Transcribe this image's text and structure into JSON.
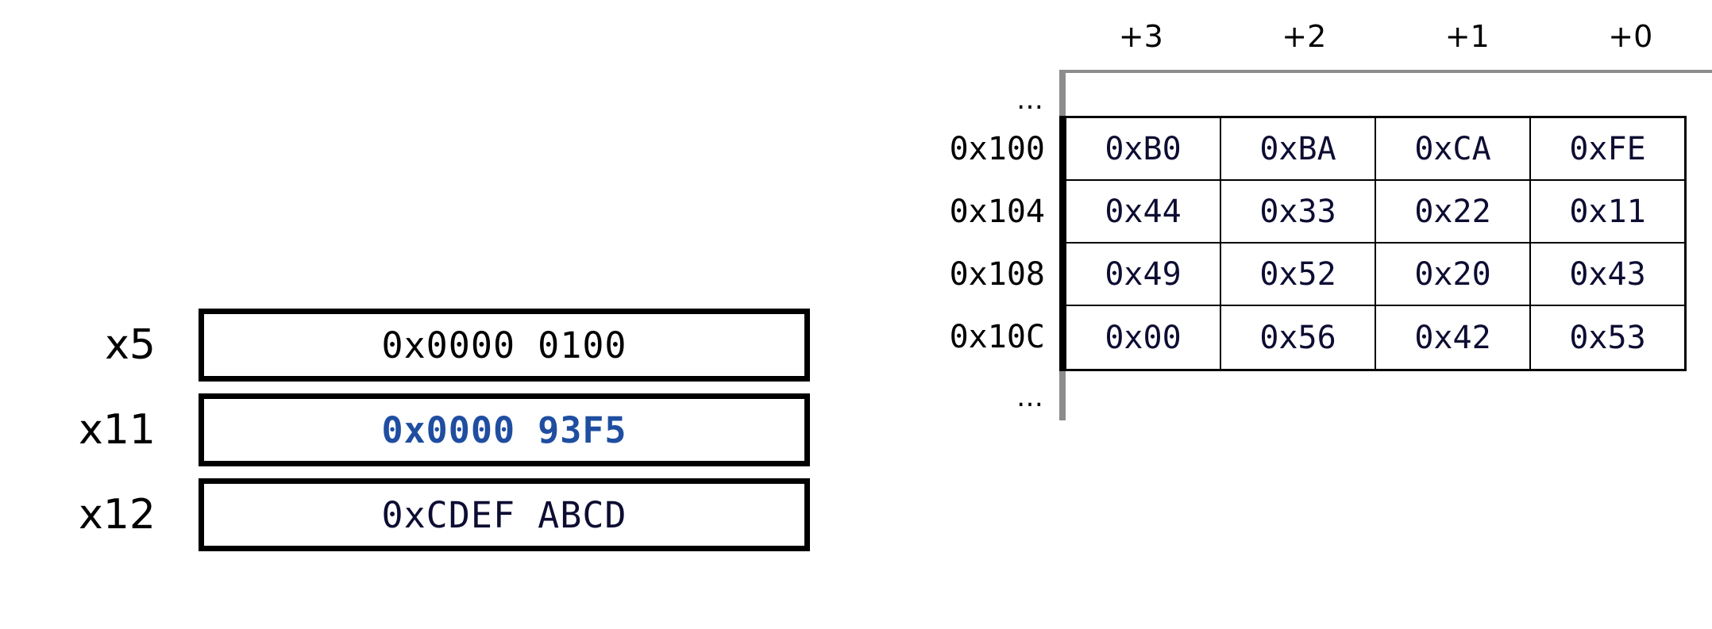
{
  "registers": {
    "rows": [
      {
        "name": "x5",
        "value": "0x0000 0100",
        "style": "plain"
      },
      {
        "name": "x11",
        "value": "0x0000 93F5",
        "style": "accent"
      },
      {
        "name": "x12",
        "value": "0xCDEF ABCD",
        "style": "navy"
      }
    ]
  },
  "memory": {
    "column_headers": [
      "+3",
      "+2",
      "+1",
      "+0"
    ],
    "ellipsis_top": "…",
    "ellipsis_bottom": "…",
    "rows": [
      {
        "address": "0x100",
        "bytes": [
          "0xB0",
          "0xBA",
          "0xCA",
          "0xFE"
        ]
      },
      {
        "address": "0x104",
        "bytes": [
          "0x44",
          "0x33",
          "0x22",
          "0x11"
        ]
      },
      {
        "address": "0x108",
        "bytes": [
          "0x49",
          "0x52",
          "0x20",
          "0x43"
        ]
      },
      {
        "address": "0x10C",
        "bytes": [
          "0x00",
          "0x56",
          "0x42",
          "0x53"
        ]
      }
    ]
  },
  "colors": {
    "accent_blue": "#1f4ea1",
    "navy": "#0d0d33",
    "black": "#000000",
    "grey_rail": "#8c8c8c",
    "background": "#ffffff"
  }
}
